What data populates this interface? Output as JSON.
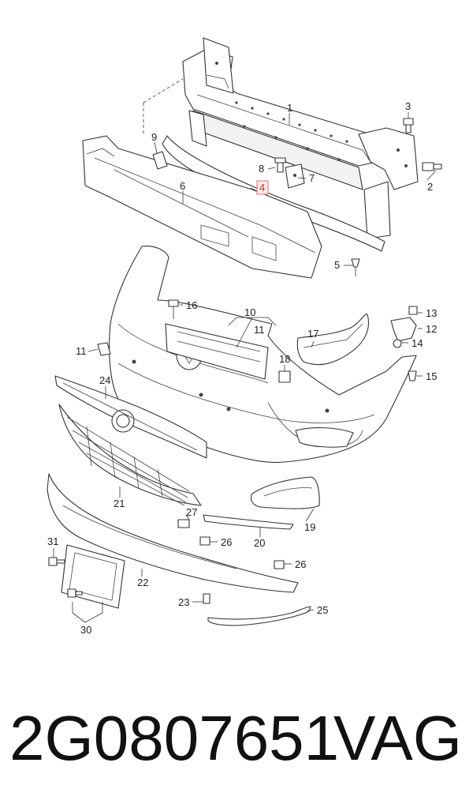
{
  "diagram": {
    "callouts": [
      {
        "id": "1",
        "text": "1"
      },
      {
        "id": "2",
        "text": "2"
      },
      {
        "id": "3",
        "text": "3"
      },
      {
        "id": "4",
        "text": "4",
        "highlighted": true
      },
      {
        "id": "5",
        "text": "5"
      },
      {
        "id": "6",
        "text": "6"
      },
      {
        "id": "7",
        "text": "7"
      },
      {
        "id": "8",
        "text": "8"
      },
      {
        "id": "9",
        "text": "9"
      },
      {
        "id": "10",
        "text": "10"
      },
      {
        "id": "11a",
        "text": "11"
      },
      {
        "id": "11b",
        "text": "11"
      },
      {
        "id": "12",
        "text": "12"
      },
      {
        "id": "13",
        "text": "13"
      },
      {
        "id": "14",
        "text": "14"
      },
      {
        "id": "15",
        "text": "15"
      },
      {
        "id": "16",
        "text": "16"
      },
      {
        "id": "17",
        "text": "17"
      },
      {
        "id": "18",
        "text": "18"
      },
      {
        "id": "19",
        "text": "19"
      },
      {
        "id": "20",
        "text": "20"
      },
      {
        "id": "21",
        "text": "21"
      },
      {
        "id": "22",
        "text": "22"
      },
      {
        "id": "23",
        "text": "23"
      },
      {
        "id": "24",
        "text": "24"
      },
      {
        "id": "25",
        "text": "25"
      },
      {
        "id": "26a",
        "text": "26"
      },
      {
        "id": "26b",
        "text": "26"
      },
      {
        "id": "27",
        "text": "27"
      },
      {
        "id": "30",
        "text": "30"
      },
      {
        "id": "31",
        "text": "31"
      }
    ],
    "highlight_color": "#e07070"
  },
  "footer": {
    "part_number": "2G0807651",
    "brand": "VAG"
  }
}
